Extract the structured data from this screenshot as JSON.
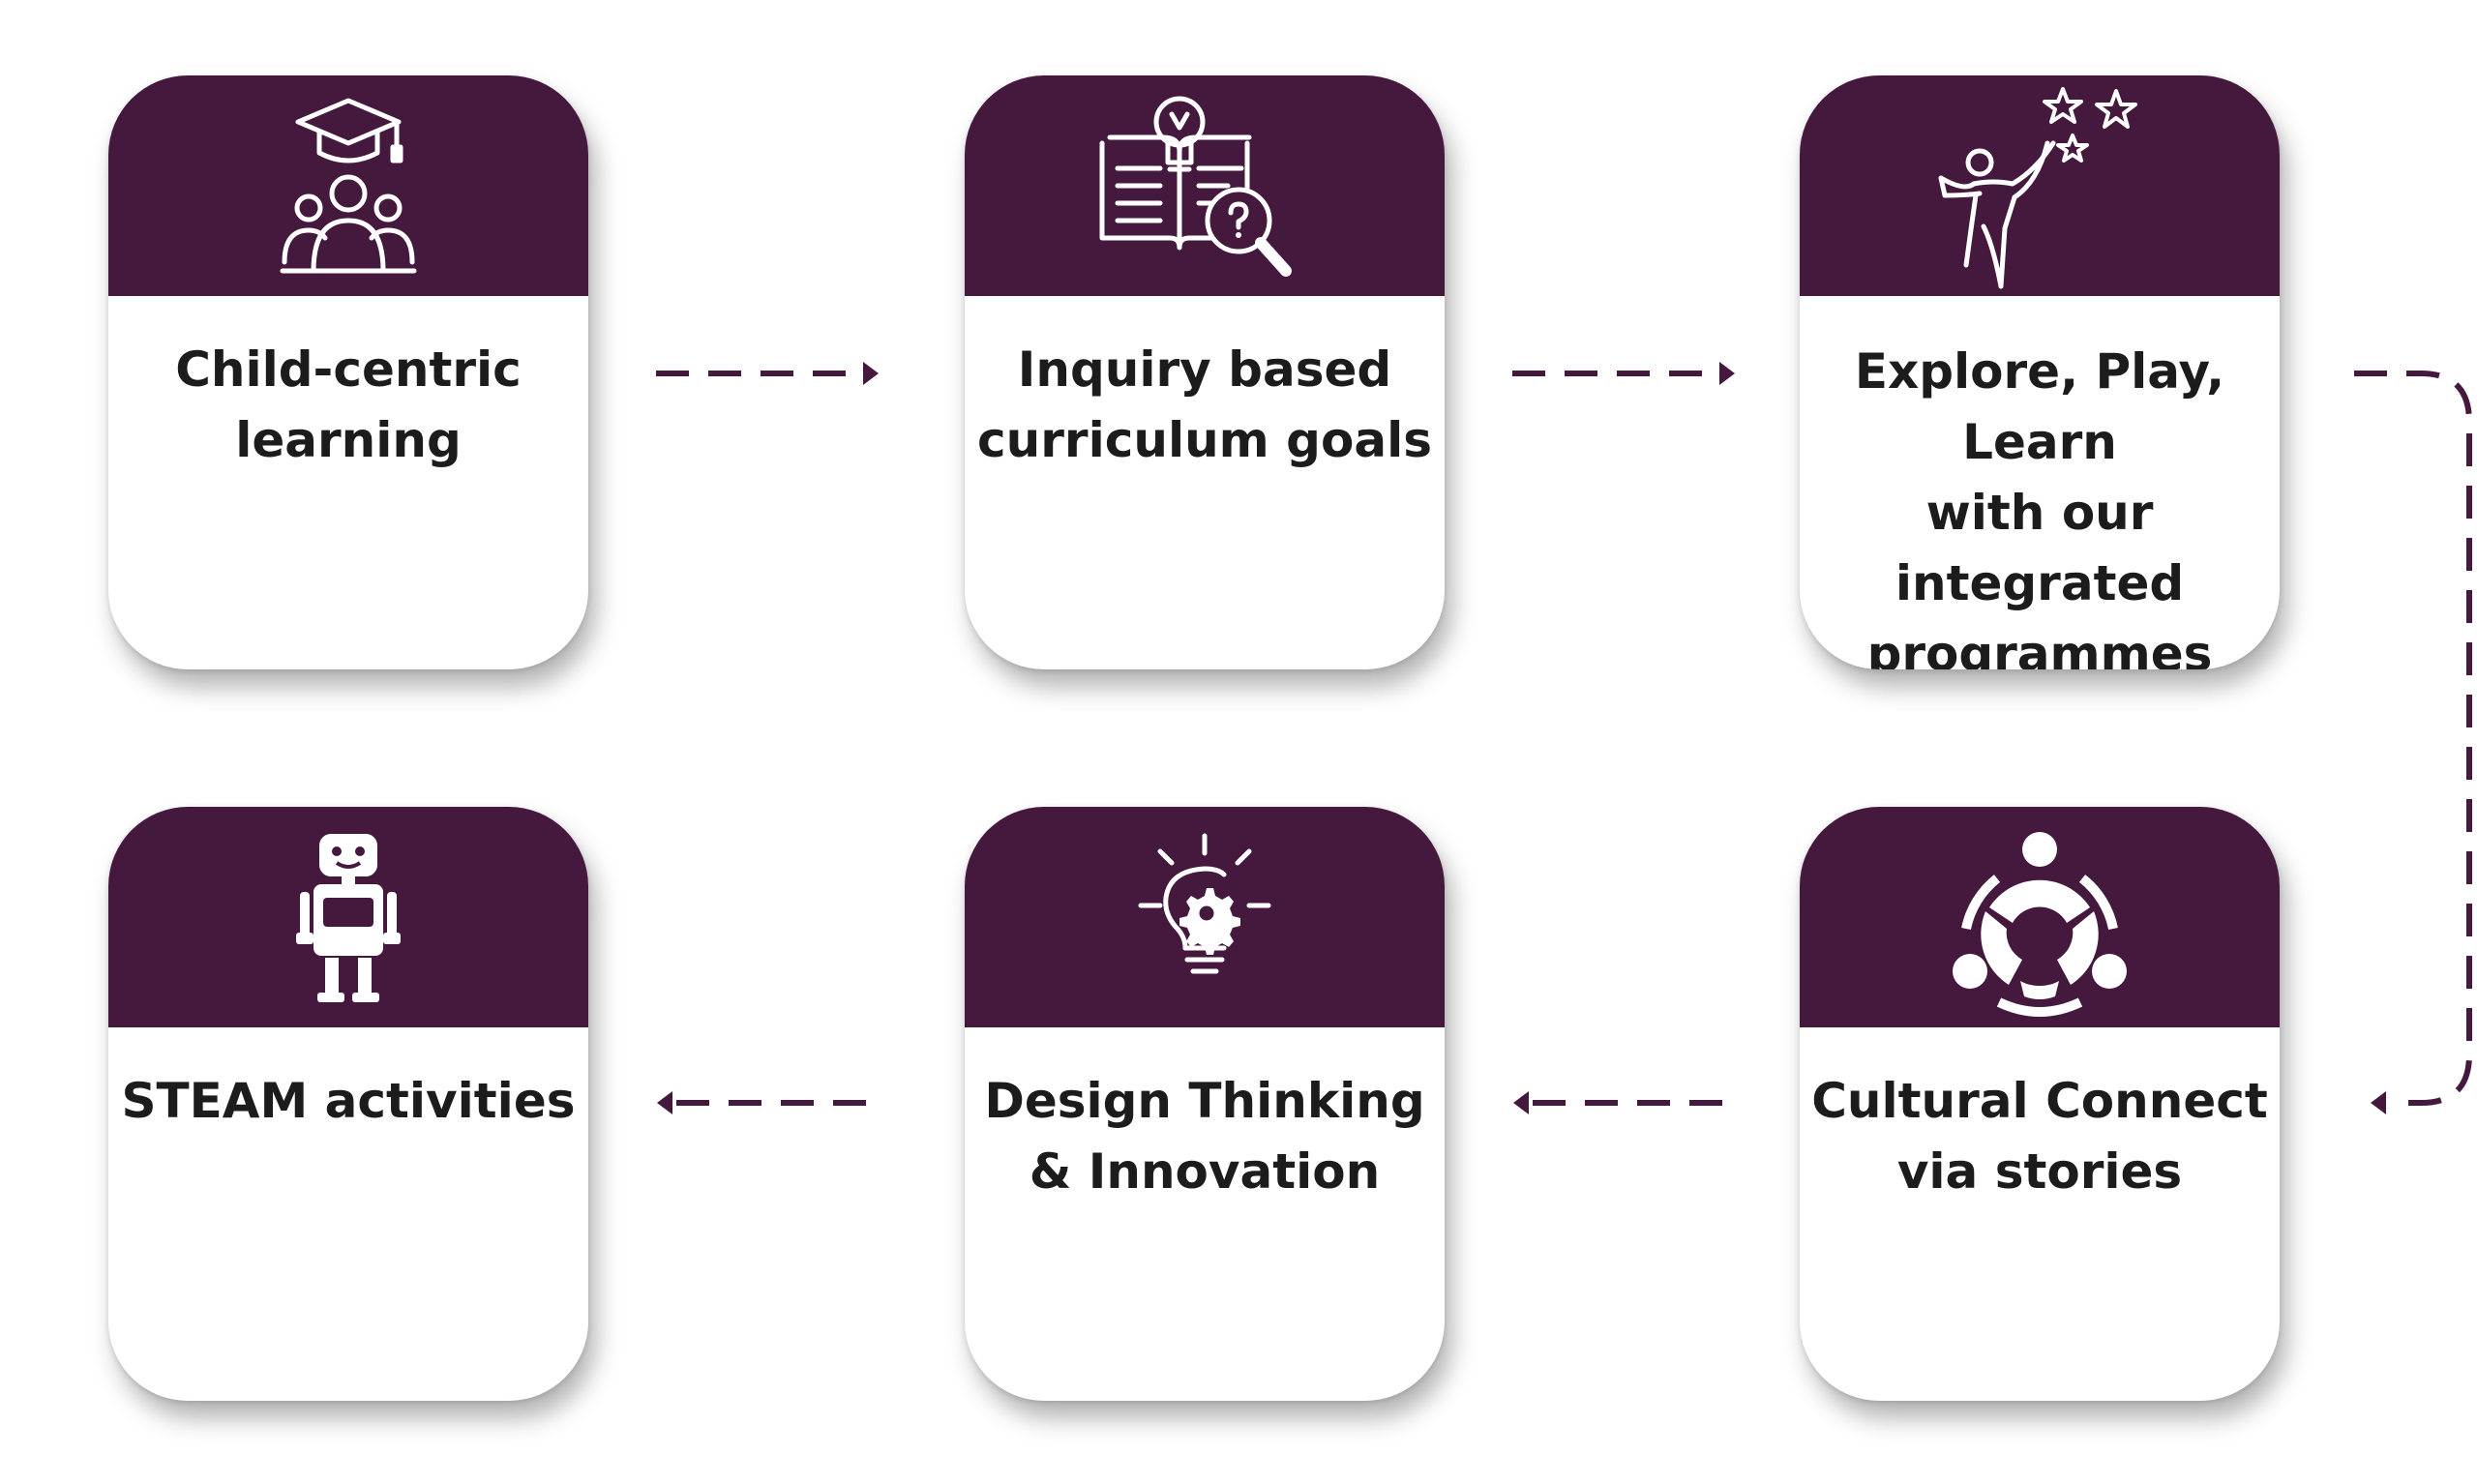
{
  "colors": {
    "brand": "#44193d",
    "text": "#1c1c1c",
    "card": "#ffffff"
  },
  "steps": [
    {
      "label": "Child-centric\nlearning",
      "icon": "graduation-students-icon"
    },
    {
      "label": "Inquiry based\ncurriculum goals",
      "icon": "book-bulb-magnifier-icon"
    },
    {
      "label": "Explore, Play, Learn\nwith our integrated\nprogrammes",
      "icon": "person-reaching-stars-icon"
    },
    {
      "label": "Cultural Connect\nvia stories",
      "icon": "community-circle-icon"
    },
    {
      "label": "Design Thinking\n& Innovation",
      "icon": "bulb-gear-icon"
    },
    {
      "label": "STEAM activities",
      "icon": "robot-icon"
    }
  ]
}
